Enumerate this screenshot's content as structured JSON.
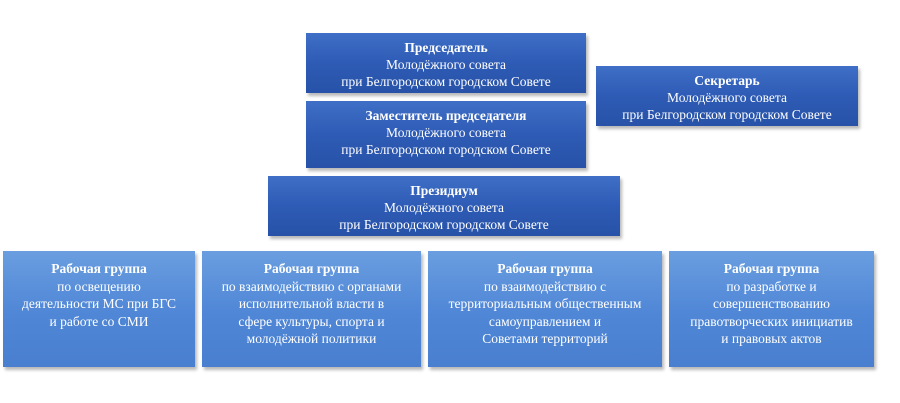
{
  "chairman": {
    "title": "Председатель",
    "lines": [
      "Молодёжного совета",
      "при Белгородском городском Совете"
    ]
  },
  "secretary": {
    "title": "Секретарь",
    "lines": [
      "Молодёжного совета",
      "при Белгородском городском Совете"
    ]
  },
  "deputy": {
    "title": "Заместитель председателя",
    "lines": [
      "Молодёжного совета",
      "при Белгородском городском Совете"
    ]
  },
  "presidium": {
    "title": "Президиум",
    "lines": [
      "Молодёжного совета",
      "при Белгородском городском Совете"
    ]
  },
  "groups": [
    {
      "title": "Рабочая группа",
      "lines": [
        "по освещению",
        "деятельности МС при БГС",
        "и работе со СМИ"
      ]
    },
    {
      "title": "Рабочая группа",
      "lines": [
        "по взаимодействию с органами",
        "исполнительной власти в",
        "сфере культуры, спорта и",
        "молодёжной политики"
      ]
    },
    {
      "title": "Рабочая группа",
      "lines": [
        "по взаимодействию с",
        "территориальным общественным",
        "самоуправлением и",
        "Советами территорий"
      ]
    },
    {
      "title": "Рабочая группа",
      "lines": [
        "по разработке и",
        "совершенствованию",
        "правотворческих инициатив",
        "и правовых актов"
      ]
    }
  ]
}
